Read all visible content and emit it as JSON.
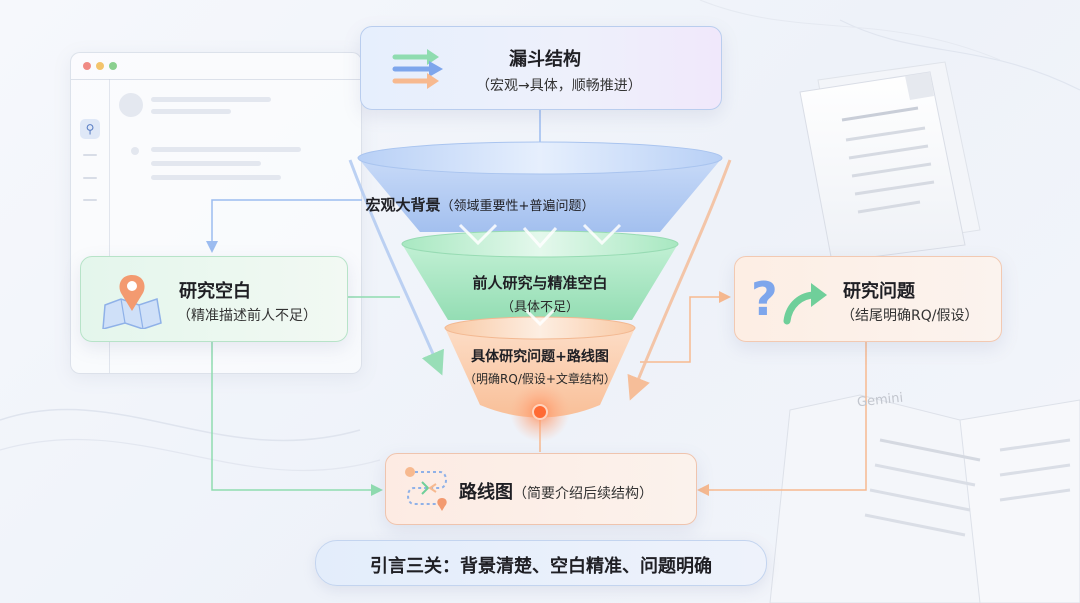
{
  "top_box": {
    "title": "漏斗结构",
    "subtitle": "（宏观→具体，顺畅推进）",
    "icon": "arrows-icon"
  },
  "funnel": {
    "layer1": {
      "title": "宏观大背景",
      "subtitle": "（领域重要性+普遍问题）"
    },
    "layer2": {
      "title": "前人研究与精准空白",
      "subtitle": "（具体不足）"
    },
    "layer3": {
      "title": "具体研究问题+路线图",
      "subtitle": "（明确RQ/假设+文章结构）"
    }
  },
  "gap_box": {
    "title": "研究空白",
    "subtitle": "（精准描述前人不足）",
    "icon": "map-pin-icon"
  },
  "question_box": {
    "title": "研究问题",
    "subtitle": "（结尾明确RQ/假设）",
    "icon": "question-arrow-icon"
  },
  "roadmap_box": {
    "title": "路线图",
    "subtitle": "（简要介绍后续结构）",
    "icon": "route-icon"
  },
  "bottom_banner": {
    "text": "引言三关：背景清楚、空白精准、问题明确"
  },
  "decor": {
    "watermark": "Gemini"
  },
  "colors": {
    "blue": "#9cbcf0",
    "green": "#8fdcb0",
    "orange": "#f7b98f",
    "accent": "#ff8a57"
  }
}
